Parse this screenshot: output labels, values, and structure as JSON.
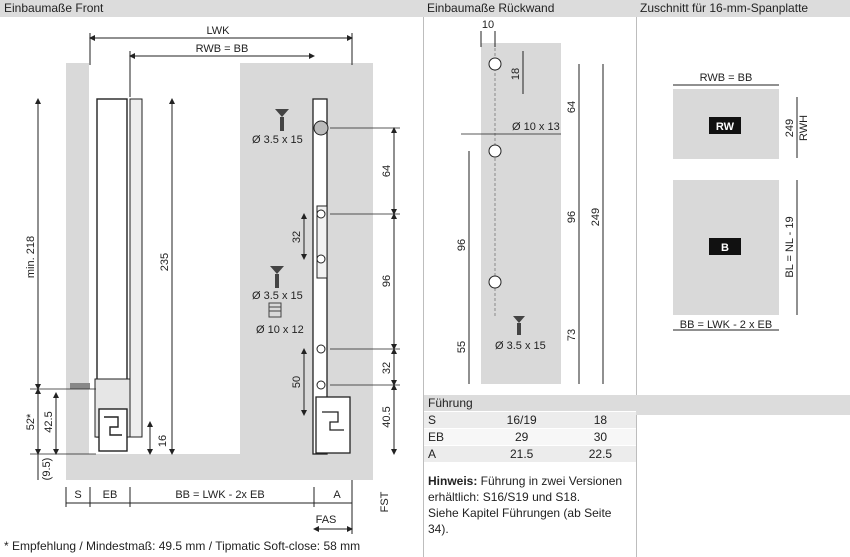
{
  "headers": {
    "front": "Einbaumaße Front",
    "back": "Einbaumaße Rückwand",
    "cut": "Zuschnitt für 16-mm-Spanplatte"
  },
  "front": {
    "lwk": "LWK",
    "rwb": "RWB = BB",
    "min218": "min. 218",
    "h235": "235",
    "h52": "52*",
    "h42": "42.5",
    "h16": "16",
    "h95": "(9.5)",
    "s": "S",
    "eb": "EB",
    "bb": "BB = LWK - 2x EB",
    "a": "A",
    "fas": "FAS",
    "fst": "FST",
    "screw1": "Ø 3.5 x 15",
    "screw2": "Ø 3.5 x 15",
    "dowel": "Ø 10 x 12",
    "d64": "64",
    "d32a": "32",
    "d96": "96",
    "d32b": "32",
    "d50": "50",
    "d405": "40.5"
  },
  "back": {
    "d10": "10",
    "d18": "18",
    "d64": "64",
    "hole": "Ø 10 x 13",
    "d96a": "96",
    "d96b": "96",
    "d249": "249",
    "d55": "55",
    "d73": "73",
    "screw": "Ø 3.5 x 15"
  },
  "cut": {
    "rwbbb": "RWB = BB",
    "rw": "RW",
    "h249": "249",
    "rwh": "RWH",
    "b": "B",
    "blnl": "BL = NL - 19",
    "bbeb": "BB = LWK - 2 x EB"
  },
  "fuehrung": {
    "title": "Führung",
    "rows": [
      [
        "S",
        "16/19",
        "18"
      ],
      [
        "EB",
        "29",
        "30"
      ],
      [
        "A",
        "21.5",
        "22.5"
      ]
    ]
  },
  "note": {
    "bold": "Hinweis:",
    "text": " Führung in zwei Versionen erhältlich: S16/S19 und S18.",
    "line2": "Siehe Kapitel Führungen (ab Seite 34)."
  },
  "footnote": "* Empfehlung / Mindestmaß: 49.5 mm / Tipmatic Soft-close: 58 mm"
}
